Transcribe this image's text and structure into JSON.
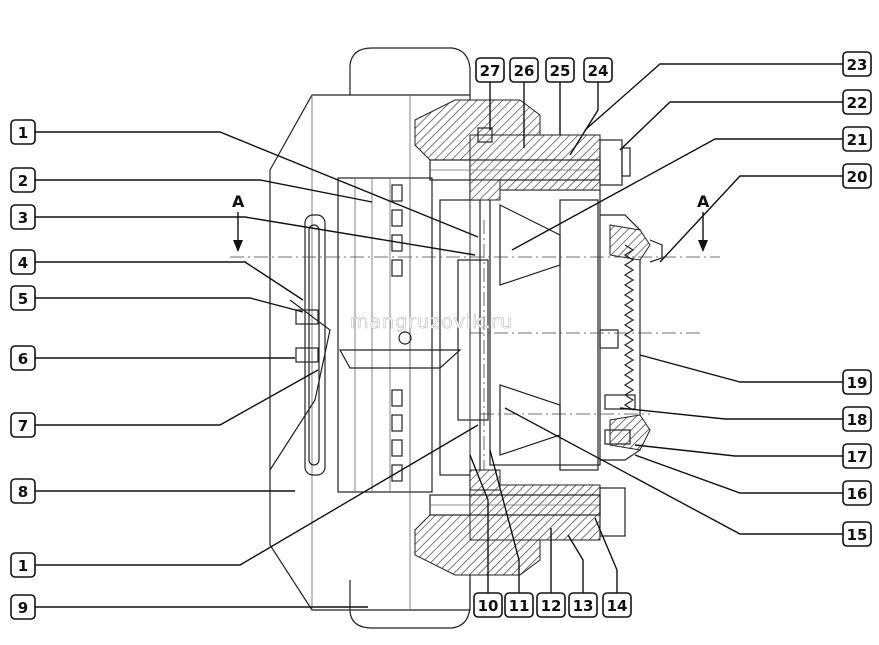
{
  "callouts": {
    "left": [
      "1",
      "2",
      "3",
      "4",
      "5",
      "6",
      "7",
      "8",
      "1",
      "9"
    ],
    "bottom": [
      "10",
      "11",
      "12",
      "13",
      "14"
    ],
    "top": [
      "27",
      "26",
      "25",
      "24"
    ],
    "right": [
      "23",
      "22",
      "21",
      "20",
      "19",
      "18",
      "17",
      "16",
      "15"
    ]
  },
  "section_marks": {
    "left": "A",
    "right": "A"
  },
  "watermark": "mangruzovik.ru"
}
